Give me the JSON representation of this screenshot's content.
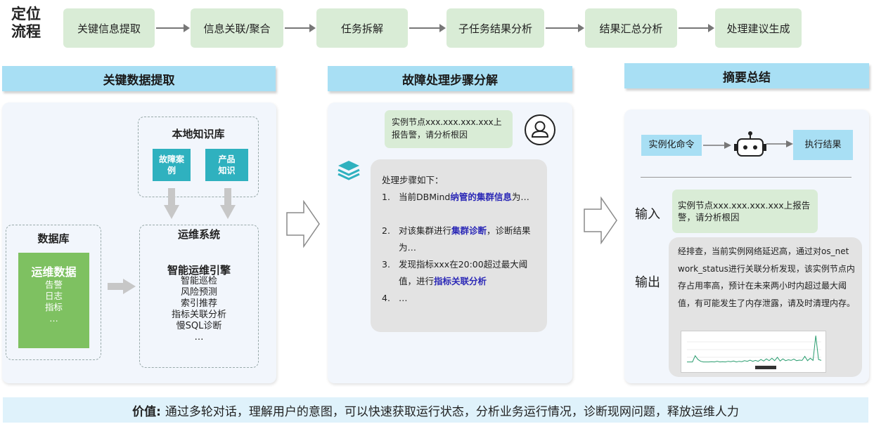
{
  "flow": {
    "title": "定位\n流程",
    "steps": [
      "关键信息提取",
      "信息关联/聚合",
      "任务拆解",
      "子任务结果分析",
      "结果汇总分析",
      "处理建议生成"
    ]
  },
  "sections": {
    "left": "关键数据提取",
    "middle": "故障处理步骤分解",
    "right": "摘要总结"
  },
  "left": {
    "kb_title": "本地知识库",
    "kb_items": [
      "故障案\n例",
      "产品\n知识"
    ],
    "db_title": "数据库",
    "db_main": "运维数据",
    "db_items": [
      "告警",
      "日志",
      "指标",
      "…"
    ],
    "ops_title": "运维系统",
    "engine_title": "智能运维引擎",
    "engine_items": [
      "智能巡检",
      "风险预测",
      "索引推荐",
      "指标关联分析",
      "慢SQL诊断",
      "…"
    ]
  },
  "middle": {
    "user_msg": "实例节点xxx.xxx.xxx.xxx上报告警，请分析根因",
    "reply_intro": "处理步骤如下：",
    "steps": [
      {
        "num": "1.",
        "pre": "当前DBMind",
        "hl": "纳管的集群信息",
        "post": "为…"
      },
      {
        "num": "2.",
        "pre": "对该集群进行",
        "hl": "集群诊断",
        "post": "，诊断结果为…"
      },
      {
        "num": "3.",
        "pre": "发现指标xxx在20:00超过最大阈值，进行",
        "hl": "指标关联分析",
        "post": ""
      },
      {
        "num": "4.",
        "pre": "…",
        "hl": "",
        "post": ""
      }
    ]
  },
  "right": {
    "cmd": "实例化命令",
    "result": "执行结果",
    "input_label": "输入",
    "input_text": "实例节点xxx.xxx.xxx.xxx上报告警，请分析根因",
    "output_label": "输出",
    "output_text": "经排查，当前实例网络延迟高，通过对os_network_status进行关联分析发现，该实例节点内存占用率高，预计在未来两小时内超过最大阈值，有可能发生了内存泄露，请及时清理内存。",
    "chart_data": {
      "type": "line",
      "series": [
        {
          "values": [
            0.1,
            0.1,
            0.1,
            0.3,
            0.18,
            0.12,
            0.1,
            0.1,
            0.1,
            0.11,
            0.1,
            0.12,
            0.1,
            0.11,
            0.1,
            0.12,
            0.11,
            0.13,
            0.1,
            0.12,
            0.11,
            0.14,
            0.12,
            0.16,
            0.12,
            0.15,
            0.12,
            0.18,
            0.13,
            0.2,
            0.14,
            0.22,
            0.14,
            0.25,
            0.13,
            0.2,
            0.14,
            0.17,
            0.15,
            0.19,
            0.14,
            0.16,
            0.15,
            0.28,
            0.14,
            0.22,
            0.15,
            0.95,
            0.18,
            0.15
          ]
        }
      ]
    }
  },
  "value": {
    "label": "价值:",
    "text": "通过多轮对话，理解用户的意图，可以快速获取运行状态，分析业务运行情况，诊断现网问题，释放运维人力"
  },
  "colors": {
    "step_bg": "#d9ecd6",
    "header_bg": "#a8dff4",
    "teal": "#2fb1bf",
    "green": "#7ec161",
    "highlight": "#2b28b6"
  }
}
